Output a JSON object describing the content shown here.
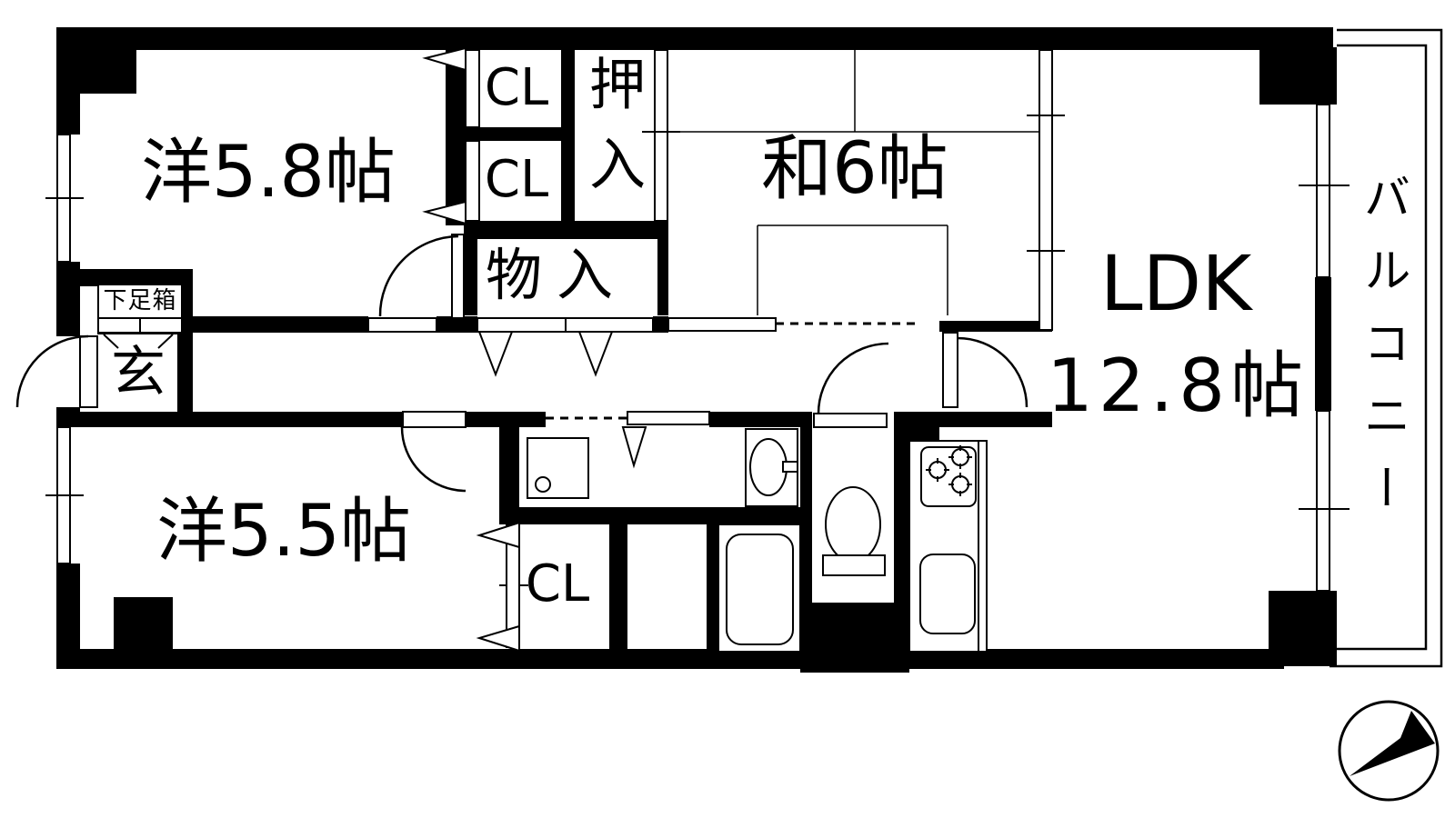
{
  "labels": {
    "room_western_58": "洋5.8帖",
    "room_japanese_6": "和6帖",
    "room_western_55": "洋5.5帖",
    "room_ldk": "LDK",
    "room_ldk_size": "12.8帖",
    "balcony": "バルコニー",
    "entrance": "玄",
    "shoe_box": "下足箱",
    "closet_top_upper": "CL",
    "closet_top_lower": "CL",
    "closet_south": "CL",
    "oshiire": "押入",
    "storage": "物入"
  },
  "icons": {
    "compass": "north-arrow-compass"
  },
  "fixtures": [
    "bathtub",
    "toilet",
    "washbasin",
    "washing-machine-pan",
    "gas-stove-3-burner",
    "kitchen-sink",
    "kitchen-counter"
  ],
  "colors": {
    "wall": "#000000",
    "background": "#ffffff",
    "lines": "#000000"
  }
}
